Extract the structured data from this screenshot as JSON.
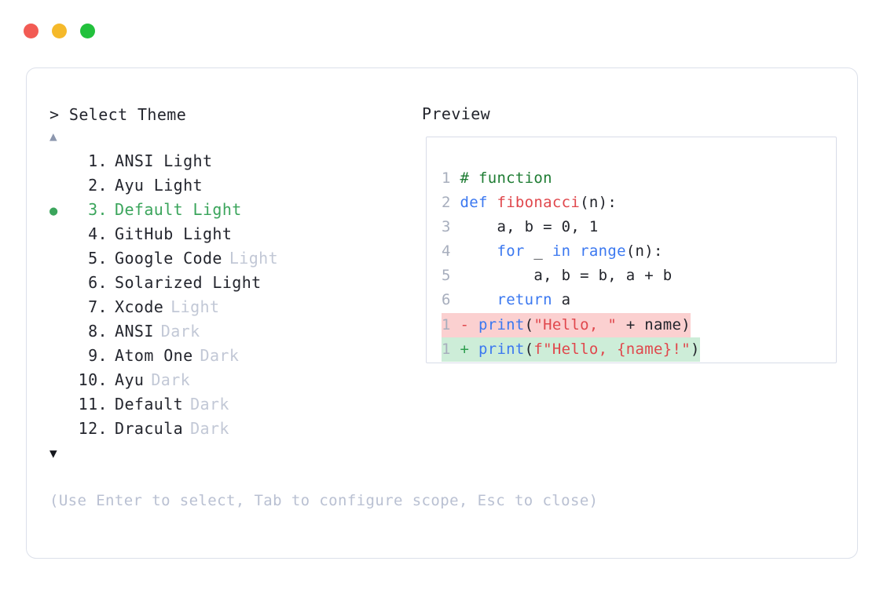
{
  "window": {
    "dots": [
      {
        "name": "close",
        "color": "#F25B54"
      },
      {
        "name": "minimize",
        "color": "#F5B92A"
      },
      {
        "name": "maximize",
        "color": "#22C13C"
      }
    ]
  },
  "selector": {
    "prompt": "> Select Theme",
    "scroll_up": "▲",
    "scroll_down": "▼",
    "selected_index": 3,
    "selected_marker": "●",
    "items": [
      {
        "index": "1.",
        "name": "ANSI Light",
        "variant": "",
        "selected": false
      },
      {
        "index": "2.",
        "name": "Ayu Light",
        "variant": "",
        "selected": false
      },
      {
        "index": "3.",
        "name": "Default Light",
        "variant": "",
        "selected": true
      },
      {
        "index": "4.",
        "name": "GitHub Light",
        "variant": "",
        "selected": false
      },
      {
        "index": "5.",
        "name": "Google Code",
        "variant": "Light",
        "selected": false
      },
      {
        "index": "6.",
        "name": "Solarized Light",
        "variant": "",
        "selected": false
      },
      {
        "index": "7.",
        "name": "Xcode",
        "variant": "Light",
        "selected": false
      },
      {
        "index": "8.",
        "name": "ANSI",
        "variant": "Dark",
        "selected": false
      },
      {
        "index": "9.",
        "name": "Atom One",
        "variant": "Dark",
        "selected": false
      },
      {
        "index": "10.",
        "name": "Ayu",
        "variant": "Dark",
        "selected": false
      },
      {
        "index": "11.",
        "name": "Default",
        "variant": "Dark",
        "selected": false
      },
      {
        "index": "12.",
        "name": "Dracula",
        "variant": "Dark",
        "selected": false
      }
    ]
  },
  "hint": "(Use Enter to select, Tab to configure scope, Esc to close)",
  "preview": {
    "title": "Preview",
    "code_lines": [
      {
        "no": "1",
        "tokens": [
          {
            "t": "# function",
            "c": "comment"
          }
        ]
      },
      {
        "no": "2",
        "tokens": [
          {
            "t": "def ",
            "c": "keyword"
          },
          {
            "t": "fibonacci",
            "c": "fn"
          },
          {
            "t": "(n):",
            "c": "plain"
          }
        ]
      },
      {
        "no": "3",
        "tokens": [
          {
            "t": "    a, b = 0, 1",
            "c": "plain"
          }
        ]
      },
      {
        "no": "4",
        "tokens": [
          {
            "t": "    ",
            "c": "plain"
          },
          {
            "t": "for",
            "c": "keyword"
          },
          {
            "t": " _ ",
            "c": "plain"
          },
          {
            "t": "in range",
            "c": "keyword"
          },
          {
            "t": "(n):",
            "c": "plain"
          }
        ]
      },
      {
        "no": "5",
        "tokens": [
          {
            "t": "        a, b = b, a + b",
            "c": "plain"
          }
        ]
      },
      {
        "no": "6",
        "tokens": [
          {
            "t": "    ",
            "c": "plain"
          },
          {
            "t": "return",
            "c": "keyword"
          },
          {
            "t": " a",
            "c": "plain"
          }
        ]
      }
    ],
    "diff_lines": [
      {
        "no": "1",
        "sign": "-",
        "kind": "del",
        "tokens": [
          {
            "t": "print",
            "c": "keyword"
          },
          {
            "t": "(",
            "c": "plain"
          },
          {
            "t": "\"Hello, \"",
            "c": "string"
          },
          {
            "t": " + name)",
            "c": "plain"
          }
        ]
      },
      {
        "no": "1",
        "sign": "+",
        "kind": "add",
        "tokens": [
          {
            "t": "print",
            "c": "keyword"
          },
          {
            "t": "(",
            "c": "plain"
          },
          {
            "t": "f\"Hello, {name}!\"",
            "c": "string"
          },
          {
            "t": ")",
            "c": "plain"
          }
        ]
      }
    ]
  },
  "colors": {
    "accent_selected": "#3BA55C",
    "text_primary": "#24262E",
    "text_muted": "#C2C8D6",
    "hint": "#B9C0D2",
    "diff_delete_bg": "#FBD0D0",
    "diff_add_bg": "#CDEDD8",
    "card_border": "#DCE0EA",
    "preview_border": "#D8DCE8"
  }
}
